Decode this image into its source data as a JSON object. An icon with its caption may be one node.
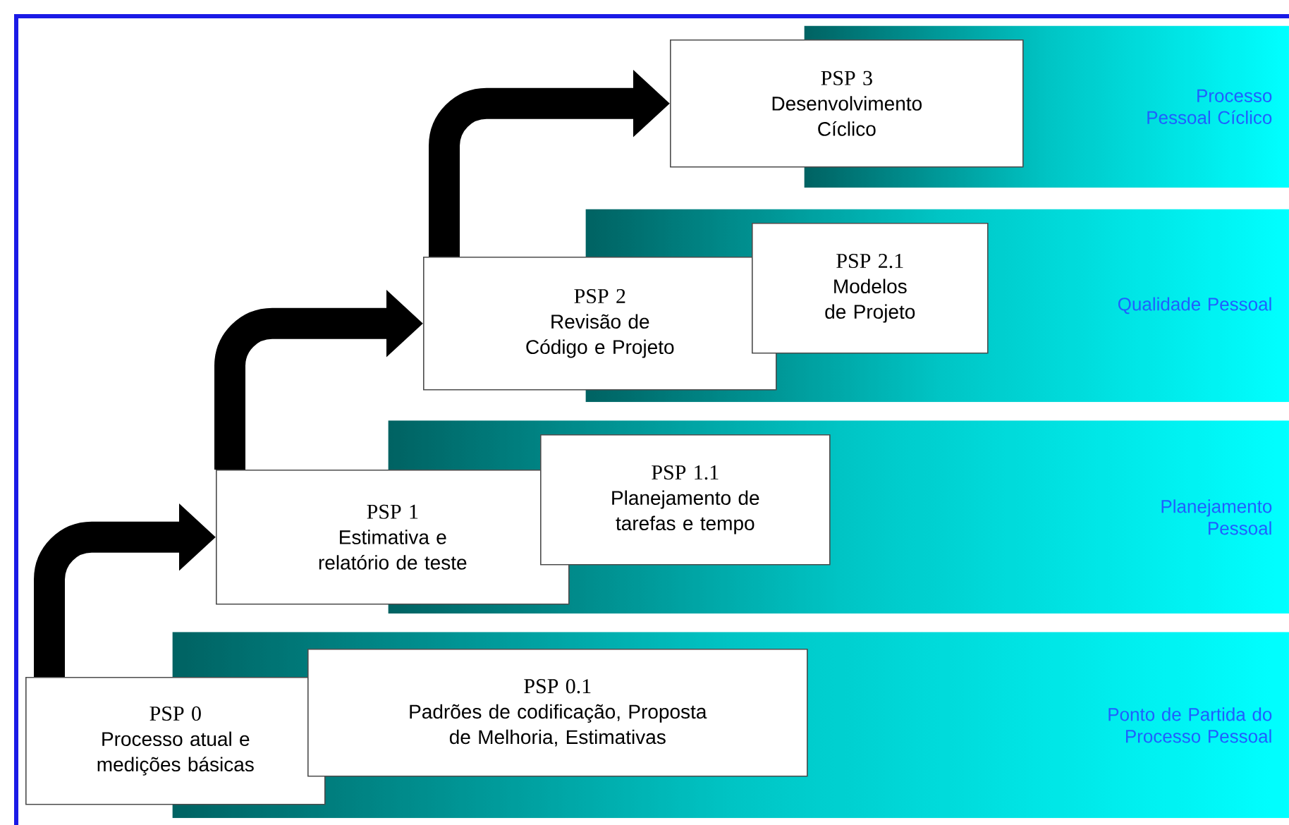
{
  "diagram": {
    "nodes": [
      {
        "text": [
          "Processo Pessoal Cíclico"
        ]
      },
      {
        "text": [
          "PSP 3",
          "Desenvolvimento Cíclico"
        ]
      },
      {
        "text": [
          "Qualidade Pessoal"
        ]
      },
      {
        "text": [
          "PSP 2",
          "Revisão de Código e Projeto"
        ]
      },
      {
        "text": [
          "PSP 2.1",
          "Modelos de Projeto"
        ]
      },
      {
        "text": [
          "Planejamento Pessoal"
        ]
      },
      {
        "text": [
          "PSP 1",
          "Estimativa e relatório de teste"
        ]
      },
      {
        "text": [
          "PSP 1.1",
          "Planejamento de tarefas e tempo"
        ]
      },
      {
        "text": [
          "Ponto de Partida do Processo Pessoal"
        ]
      },
      {
        "text": [
          "PSP 0",
          "Processo atual e medições básicas"
        ]
      },
      {
        "text": [
          "PSP 0.1",
          "Padrões de codificação, Proposta de Melhoria, Estimativas"
        ]
      }
    ],
    "edges": [
      {
        "from": 9,
        "to": 6,
        "arrow": "to"
      },
      {
        "from": 6,
        "to": 3,
        "arrow": "to"
      },
      {
        "from": 3,
        "to": 1,
        "arrow": "to"
      }
    ]
  }
}
